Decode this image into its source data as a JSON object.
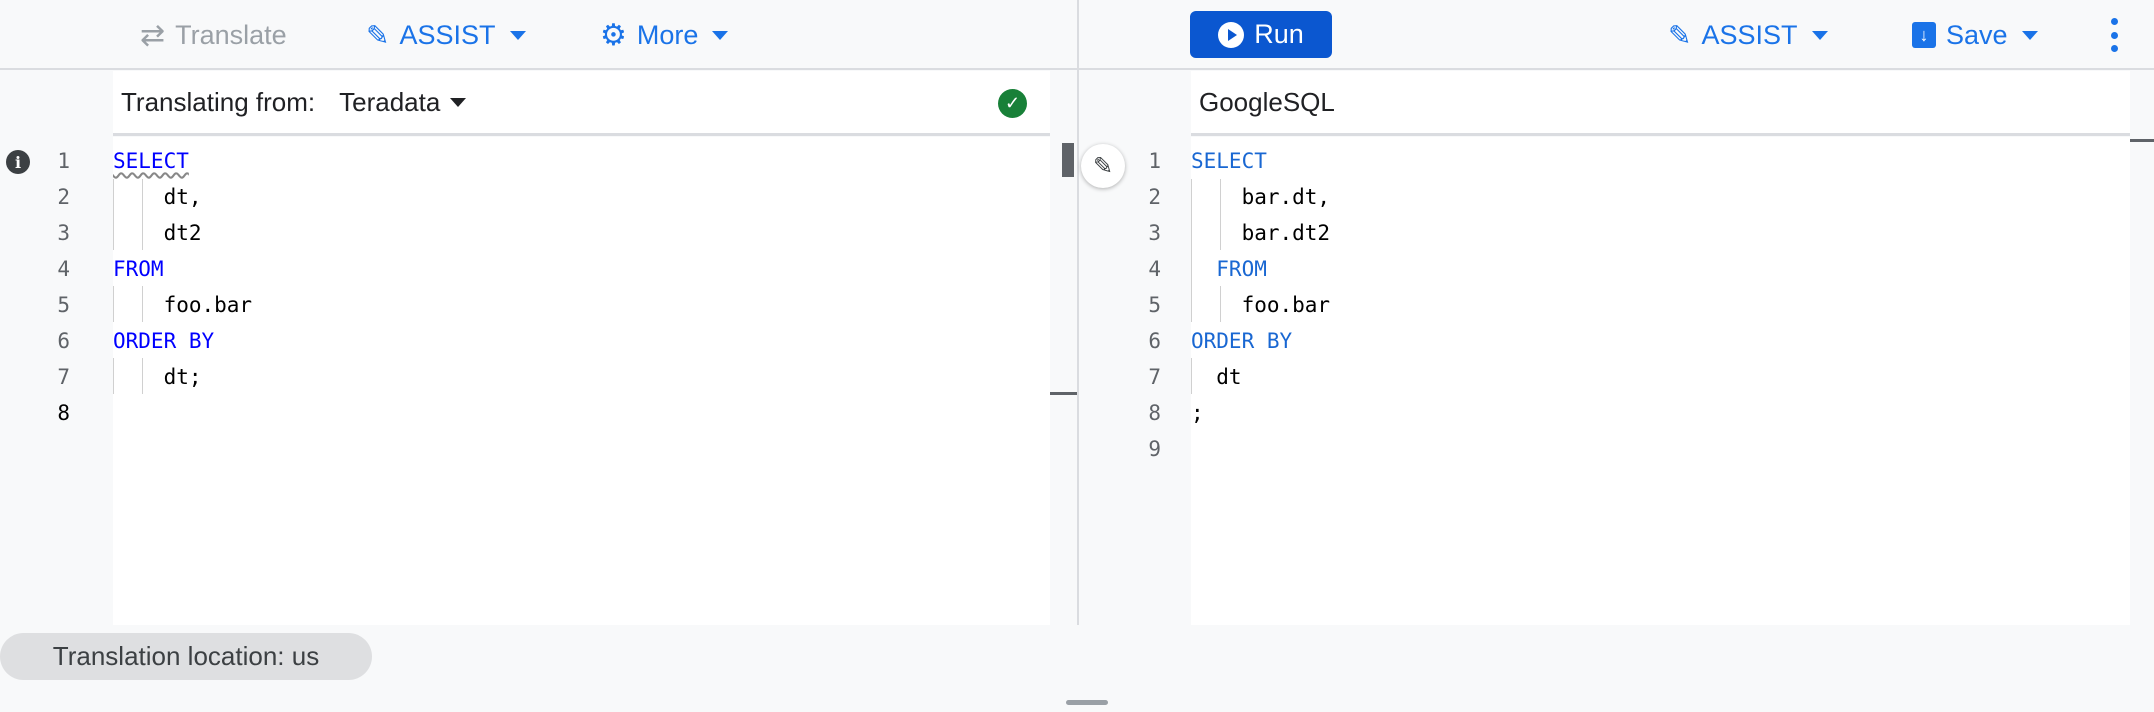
{
  "left_toolbar": {
    "translate_label": "Translate",
    "assist_label": "ASSIST",
    "more_label": "More"
  },
  "right_toolbar": {
    "run_label": "Run",
    "assist_label": "ASSIST",
    "save_label": "Save"
  },
  "source": {
    "translating_from_label": "Translating from:",
    "dialect": "Teradata",
    "status": "valid",
    "lines": [
      "SELECT",
      "    dt,",
      "    dt2",
      "FROM",
      "    foo.bar",
      "ORDER BY",
      "    dt;",
      ""
    ]
  },
  "target": {
    "dialect": "GoogleSQL",
    "lines": [
      "SELECT",
      "    bar.dt,",
      "    bar.dt2",
      "  FROM",
      "    foo.bar",
      "ORDER BY",
      "  dt",
      ";",
      ""
    ]
  },
  "line_numbers": [
    "1",
    "2",
    "3",
    "4",
    "5",
    "6",
    "7",
    "8",
    "9"
  ],
  "status_bar": {
    "location": "Translation location: us"
  },
  "colors": {
    "accent": "#1a73e8",
    "run_button": "#0b57d0",
    "keyword_source": "#0000ff",
    "keyword_target": "#1967d2",
    "success": "#188038"
  }
}
